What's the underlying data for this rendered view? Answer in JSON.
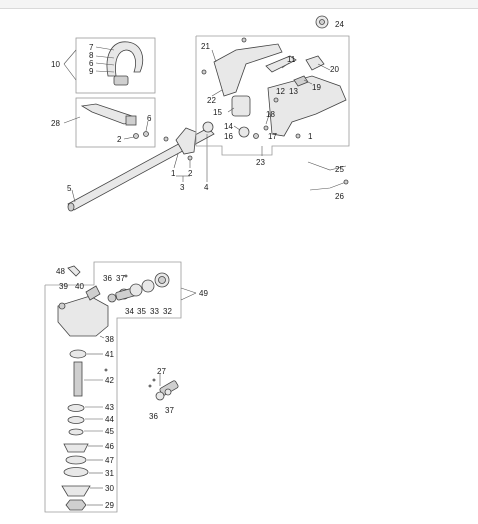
{
  "labels": {
    "p1a": "1",
    "p1b": "1",
    "p2a": "2",
    "p2b": "2",
    "p3": "3",
    "p4": "4",
    "p5": "5",
    "p6a": "6",
    "p6b": "6",
    "p7": "7",
    "p8": "8",
    "p9": "9",
    "p10": "10",
    "p11": "11",
    "p12": "12",
    "p13": "13",
    "p14": "14",
    "p15": "15",
    "p16": "16",
    "p17": "17",
    "p18": "18",
    "p19": "19",
    "p20": "20",
    "p21": "21",
    "p22": "22",
    "p23": "23",
    "p24": "24",
    "p25": "25",
    "p26": "26",
    "p27": "27",
    "p28": "28",
    "p29": "29",
    "p30": "30",
    "p31": "31",
    "p32": "32",
    "p33": "33",
    "p34": "34",
    "p35": "35",
    "p36a": "36",
    "p36b": "36",
    "p37a": "37",
    "p37b": "37",
    "p38": "38",
    "p39": "39",
    "p40": "40",
    "p41": "41",
    "p42": "42",
    "p43": "43",
    "p44": "44",
    "p45": "45",
    "p46": "46",
    "p47": "47",
    "p48": "48",
    "p49": "49"
  }
}
